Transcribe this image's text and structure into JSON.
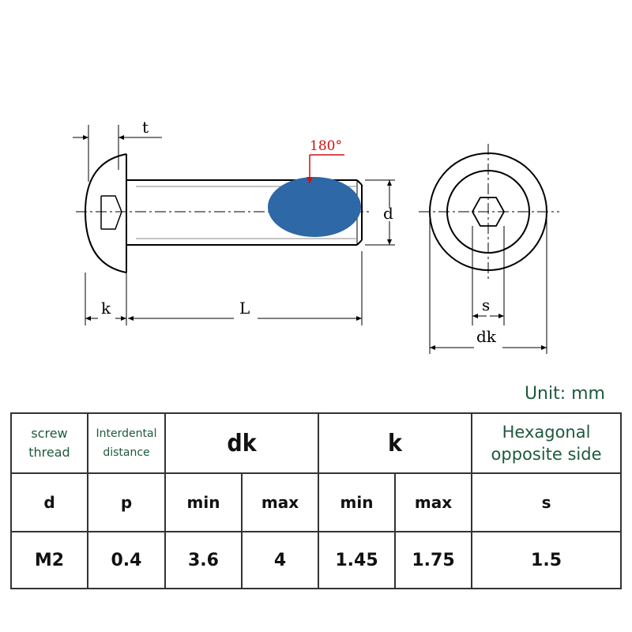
{
  "drawing": {
    "angle_label": "180°",
    "labels": {
      "t": "t",
      "d": "d",
      "k": "k",
      "L": "L",
      "s": "s",
      "dk": "dk"
    },
    "highlight_color": "#2e68a6",
    "angle_color": "#d01010"
  },
  "unit_label": "Unit: mm",
  "table": {
    "header": {
      "screw_thread": "screw thread",
      "pitch": "Interdental distance",
      "dk": "dk",
      "k": "k",
      "s": "Hexagonal opposite side"
    },
    "subheader": {
      "d": "d",
      "p": "p",
      "dk_min": "min",
      "dk_max": "max",
      "k_min": "min",
      "k_max": "max",
      "s": "s"
    },
    "rows": [
      {
        "d": "M2",
        "p": "0.4",
        "dk_min": "3.6",
        "dk_max": "4",
        "k_min": "1.45",
        "k_max": "1.75",
        "s": "1.5"
      }
    ]
  }
}
